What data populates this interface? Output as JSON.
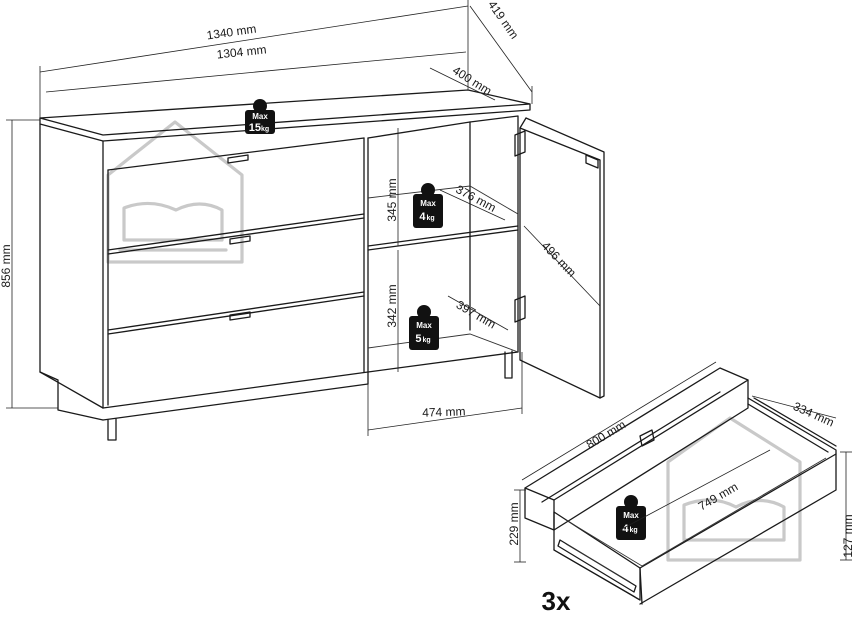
{
  "dimensions": {
    "total_width": "1340 mm",
    "inner_width": "1304 mm",
    "total_depth": "419 mm",
    "inner_depth": "400 mm",
    "height": "856 mm",
    "upper_shelf_height": "345 mm",
    "upper_shelf_depth": "376 mm",
    "lower_shelf_height": "342 mm",
    "lower_shelf_depth": "397 mm",
    "door_height": "496 mm",
    "compartment_width": "474 mm",
    "drawer_outer_width": "800 mm",
    "drawer_inner_width": "749 mm",
    "drawer_depth": "334 mm",
    "drawer_front_height": "229 mm",
    "drawer_box_height": "127 mm"
  },
  "load_labels": {
    "max_word": "Max",
    "top": {
      "value": "15",
      "unit": "kg"
    },
    "upper_shelf": {
      "value": "4",
      "unit": "kg"
    },
    "lower_shelf": {
      "value": "5",
      "unit": "kg"
    },
    "drawer": {
      "value": "4",
      "unit": "kg"
    }
  },
  "drawer_quantity": "3x",
  "colors": {
    "line": "#1a1a1a",
    "weight_icon": "#111111",
    "watermark": "#c9c9c9"
  }
}
